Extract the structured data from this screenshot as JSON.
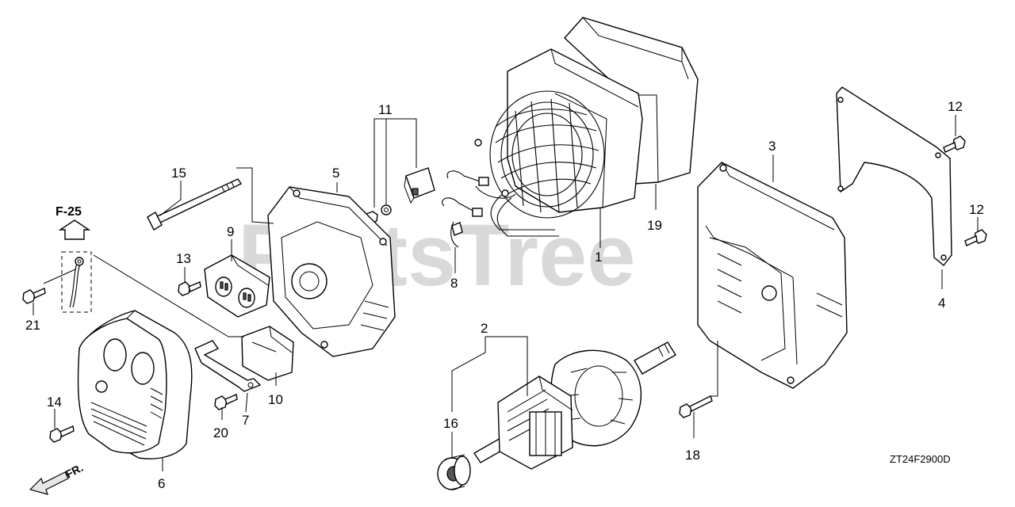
{
  "watermark": "PartsTree",
  "watermark_tm": "TM",
  "diagram_code": "ZT24F2900D",
  "reference": "F-25",
  "front_label": "FR.",
  "callouts": [
    {
      "id": "1",
      "label": "1"
    },
    {
      "id": "2",
      "label": "2"
    },
    {
      "id": "3",
      "label": "3"
    },
    {
      "id": "4",
      "label": "4"
    },
    {
      "id": "5",
      "label": "5"
    },
    {
      "id": "6",
      "label": "6"
    },
    {
      "id": "7",
      "label": "7"
    },
    {
      "id": "8",
      "label": "8"
    },
    {
      "id": "9",
      "label": "9"
    },
    {
      "id": "10",
      "label": "10"
    },
    {
      "id": "11",
      "label": "11"
    },
    {
      "id": "12a",
      "label": "12"
    },
    {
      "id": "12b",
      "label": "12"
    },
    {
      "id": "13",
      "label": "13"
    },
    {
      "id": "14",
      "label": "14"
    },
    {
      "id": "15",
      "label": "15"
    },
    {
      "id": "16",
      "label": "16"
    },
    {
      "id": "18",
      "label": "18"
    },
    {
      "id": "19",
      "label": "19"
    },
    {
      "id": "20",
      "label": "20"
    },
    {
      "id": "21",
      "label": "21"
    }
  ]
}
